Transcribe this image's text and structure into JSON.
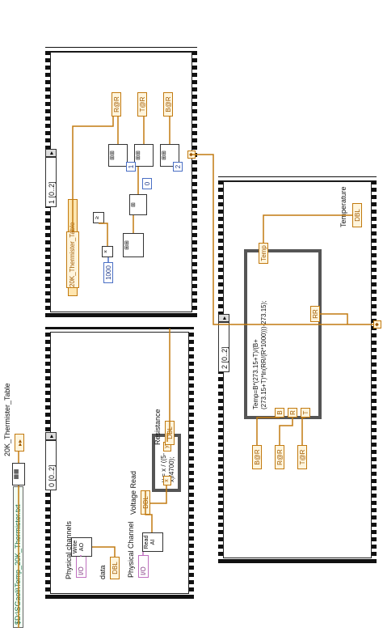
{
  "file_path": "$D:\\SGaoli\\Temp_20K_Thermister.txt",
  "global_label": "20K_Thermister_Table",
  "frame1": {
    "selector": "0 [0..2]",
    "labels": {
      "physical_channels_left": "Physical channels",
      "physical_channel": "Physical Channel",
      "data": "data",
      "voltage_read": "Voltage Read",
      "resistance": "Resistance"
    },
    "nodes": {
      "write_ai": "Write AO",
      "read_ai": "Read AI"
    },
    "formula": "y = x / ((5-x)/4700);",
    "formula_in": "x",
    "formula_out": "y"
  },
  "frame2": {
    "selector": "1 [0..2]",
    "table_label": "20K_Thermister_Table",
    "consts": [
      "1000",
      "0",
      "1",
      "2"
    ],
    "outputs": [
      "R@R",
      "T@R",
      "B@R"
    ]
  },
  "frame3": {
    "selector": "2 [0..2]",
    "formula": "Temp=B*(273.15+T)/(B+(273.15+T)*ln(RR/(R*1000)))-273.15);",
    "temp_out": "Temp",
    "rr_in": "RR",
    "b_in": "B",
    "r_in": "R",
    "t_in": "T",
    "temperature": "Temperature",
    "inputs": [
      "B@R",
      "R@R",
      "T@R"
    ]
  },
  "colors": {
    "wire_orange": "#c27a10",
    "wire_pink": "#c070c0",
    "wire_blue": "#4a6fc5",
    "frame_border": "#111111"
  }
}
